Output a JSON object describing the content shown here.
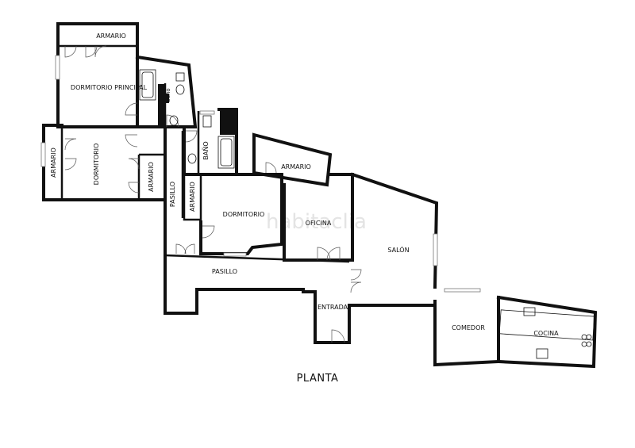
{
  "title": "PLANTA",
  "watermark": "habitaclia",
  "rooms": {
    "armario_top": "ARMARIO",
    "dormitorio_principal": "DORMITORIO PRINCIPAL",
    "dormitorio": "DORMITORIO",
    "armario_left": "ARMARIO",
    "armario_mid": "ARMARIO",
    "pasillo_vertical": "PASILLO",
    "armario_small": "ARMARIO",
    "bano": "BAÑO",
    "bano_small": "baño",
    "dormitorio_center": "DORMITORIO",
    "armario_right": "ARMARIO",
    "oficina": "OFICINA",
    "salon": "SALÓN",
    "pasillo": "PASILLO",
    "entrada": "ENTRADA",
    "comedor": "COMEDOR",
    "cocina": "COCINA"
  }
}
